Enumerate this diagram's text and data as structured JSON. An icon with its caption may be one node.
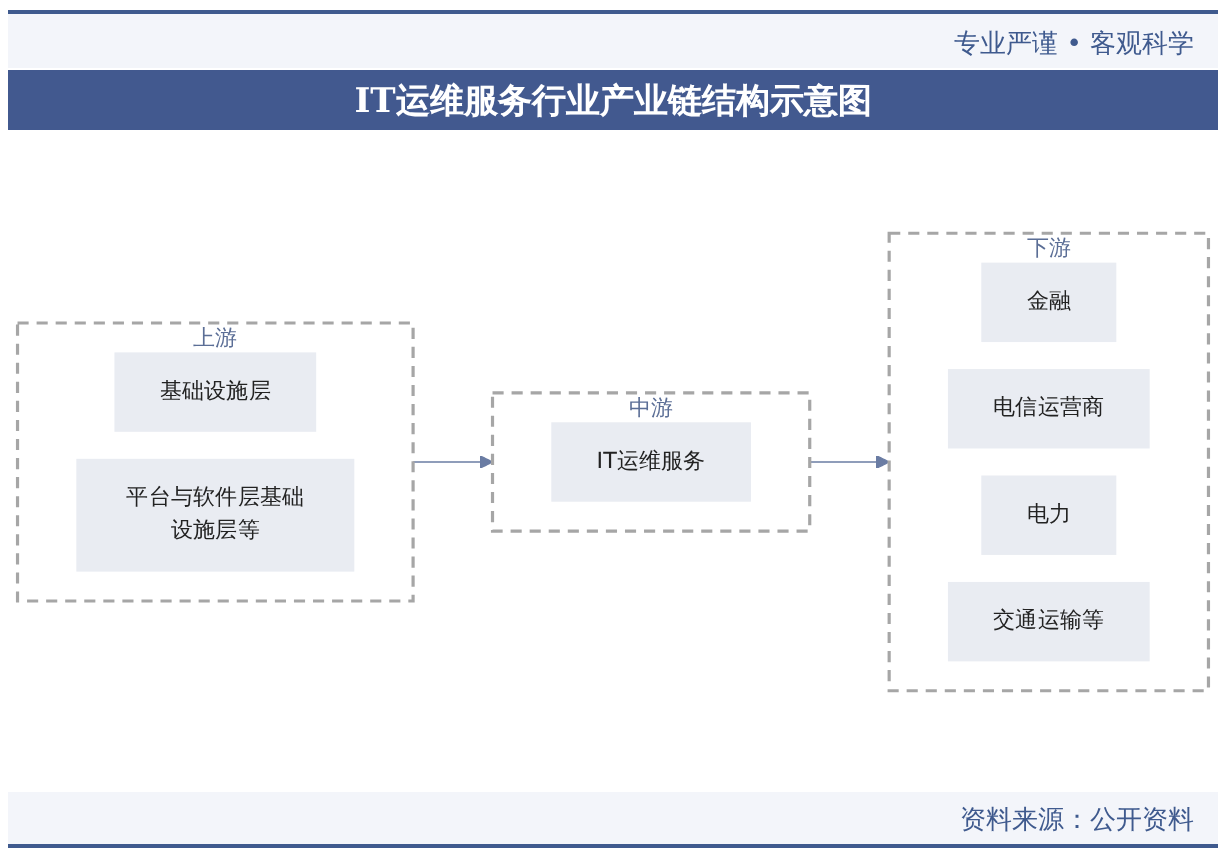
{
  "diagram": {
    "title": "IT运维服务行业产业链结构示意图",
    "nodes": [
      {
        "text": [
          "上游"
        ]
      },
      {
        "text": [
          "基础设施层"
        ],
        "in": 0
      },
      {
        "text": [
          "平台与软件层基础设施层等"
        ],
        "in": 0
      },
      {
        "text": [
          "中游"
        ]
      },
      {
        "text": [
          "IT运维服务"
        ],
        "in": 3
      },
      {
        "text": [
          "下游"
        ]
      },
      {
        "text": [
          "金融"
        ],
        "in": 5
      },
      {
        "text": [
          "电信运营商"
        ],
        "in": 5
      },
      {
        "text": [
          "电力"
        ],
        "in": 5
      },
      {
        "text": [
          "交通运输等"
        ],
        "in": 5
      }
    ],
    "edges": [
      {
        "from": 0,
        "to": 3,
        "arrow": "to"
      },
      {
        "from": 3,
        "to": 5,
        "arrow": "to"
      }
    ],
    "labels": [
      "专业严谨 • 客观科学"
    ],
    "caption": "资料来源：公开资料"
  }
}
